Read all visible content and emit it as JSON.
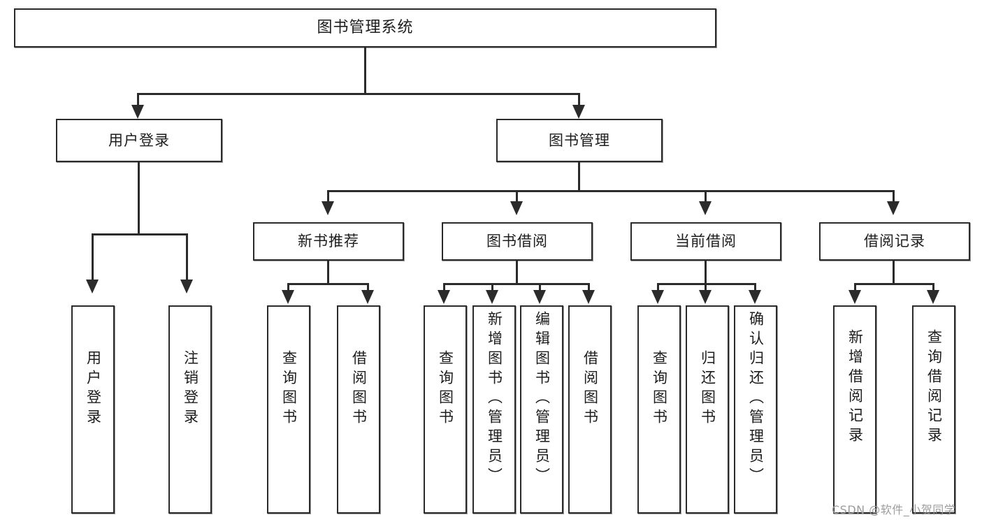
{
  "diagram": {
    "title": "图书管理系统",
    "type": "tree",
    "watermark": "CSDN @软件_小贺同学",
    "colors": {
      "stroke": "#2b2b2b",
      "fill": "#ffffff",
      "text": "#1d1d1d",
      "watermark": "#9c9c9c"
    },
    "root": {
      "label": "图书管理系统"
    },
    "level2": [
      {
        "label": "用户登录"
      },
      {
        "label": "图书管理"
      }
    ],
    "level3": [
      {
        "label": "新书推荐"
      },
      {
        "label": "图书借阅"
      },
      {
        "label": "当前借阅"
      },
      {
        "label": "借阅记录"
      }
    ],
    "leaves": {
      "user_login": [
        {
          "label": "用户登录"
        },
        {
          "label": "注销登录"
        }
      ],
      "new_book_recommend": [
        {
          "label": "查询图书"
        },
        {
          "label": "借阅图书"
        }
      ],
      "book_borrow": [
        {
          "label": "查询图书"
        },
        {
          "label": "新增图书（管理员）"
        },
        {
          "label": "编辑图书（管理员）"
        },
        {
          "label": "借阅图书"
        }
      ],
      "current_borrow": [
        {
          "label": "查询图书"
        },
        {
          "label": "归还图书"
        },
        {
          "label": "确认归还（管理员）"
        }
      ],
      "borrow_record": [
        {
          "label": "新增借阅记录"
        },
        {
          "label": "查询借阅记录"
        }
      ]
    }
  }
}
